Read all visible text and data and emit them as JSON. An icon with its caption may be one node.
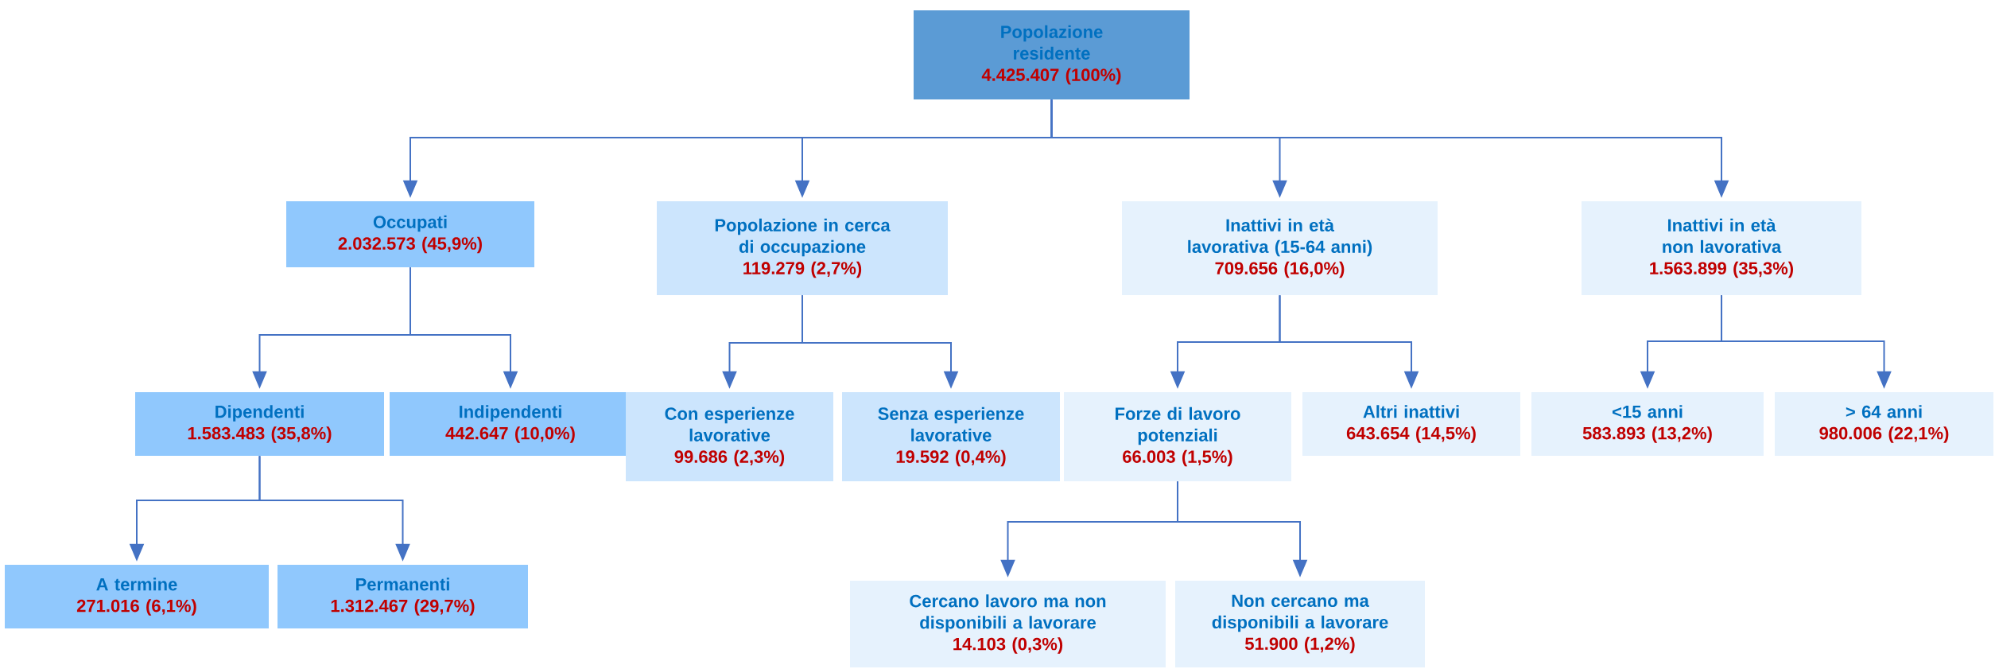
{
  "diagram": {
    "nodes": [
      {
        "text": [
          "Popolazione residente",
          "4.425.407 (100%)"
        ]
      },
      {
        "text": [
          "Occupati",
          "2.032.573 (45,9%)"
        ]
      },
      {
        "text": [
          "Popolazione in cerca di occupazione",
          "119.279 (2,7%)"
        ]
      },
      {
        "text": [
          "Inattivi in età lavorativa (15-64 anni)",
          "709.656 (16,0%)"
        ]
      },
      {
        "text": [
          "Inattivi in età non lavorativa",
          "1.563.899 (35,3%)"
        ]
      },
      {
        "text": [
          "Dipendenti",
          "1.583.483 (35,8%)"
        ]
      },
      {
        "text": [
          "Indipendenti",
          "442.647 (10,0%)"
        ]
      },
      {
        "text": [
          "Con esperienze lavorative",
          "99.686 (2,3%)"
        ]
      },
      {
        "text": [
          "Senza esperienze lavorative",
          "19.592 (0,4%)"
        ]
      },
      {
        "text": [
          "Forze di lavoro potenziali",
          "66.003 (1,5%)"
        ]
      },
      {
        "text": [
          "Altri inattivi",
          "643.654 (14,5%)"
        ]
      },
      {
        "text": [
          "<15 anni",
          "583.893 (13,2%)"
        ]
      },
      {
        "text": [
          "> 64 anni",
          "980.006 (22,1%)"
        ]
      },
      {
        "text": [
          "A termine",
          "271.016 (6,1%)"
        ]
      },
      {
        "text": [
          "Permanenti",
          "1.312.467 (29,7%)"
        ]
      },
      {
        "text": [
          "Cercano lavoro ma non disponibili a lavorare",
          "14.103 (0,3%)"
        ]
      },
      {
        "text": [
          "Non cercano ma disponibili a lavorare",
          "51.900 (1,2%)"
        ]
      }
    ],
    "edges": [
      {
        "from": 0,
        "to": 1,
        "arrow": "to"
      },
      {
        "from": 0,
        "to": 2,
        "arrow": "to"
      },
      {
        "from": 0,
        "to": 3,
        "arrow": "to"
      },
      {
        "from": 0,
        "to": 4,
        "arrow": "to"
      },
      {
        "from": 1,
        "to": 5,
        "arrow": "to"
      },
      {
        "from": 1,
        "to": 6,
        "arrow": "to"
      },
      {
        "from": 2,
        "to": 7,
        "arrow": "to"
      },
      {
        "from": 2,
        "to": 8,
        "arrow": "to"
      },
      {
        "from": 3,
        "to": 9,
        "arrow": "to"
      },
      {
        "from": 3,
        "to": 10,
        "arrow": "to"
      },
      {
        "from": 4,
        "to": 11,
        "arrow": "to"
      },
      {
        "from": 4,
        "to": 12,
        "arrow": "to"
      },
      {
        "from": 5,
        "to": 13,
        "arrow": "to"
      },
      {
        "from": 5,
        "to": 14,
        "arrow": "to"
      },
      {
        "from": 9,
        "to": 15,
        "arrow": "to"
      },
      {
        "from": 9,
        "to": 16,
        "arrow": "to"
      }
    ]
  }
}
